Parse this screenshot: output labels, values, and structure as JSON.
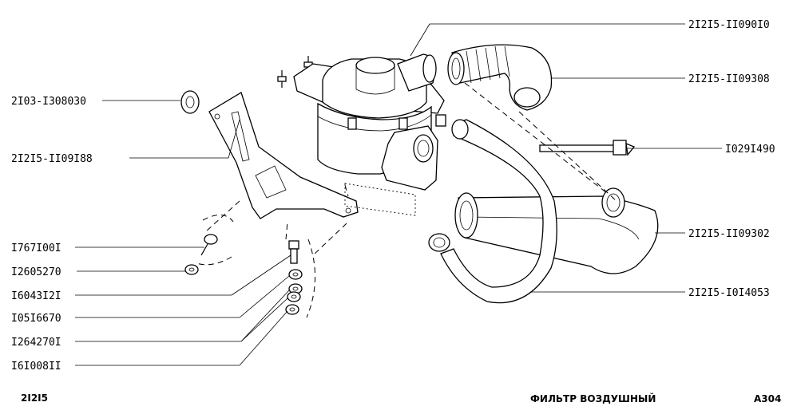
{
  "labels": {
    "air_intake_duct": "2I2I5-II090I0",
    "corrugated_hose": "2I2I5-II09308",
    "rubber_bushing": "2I03-I308030",
    "filter_bracket": "2I2I5-II09I88",
    "clamp_with_screw": "I029I490",
    "hose_with_clamp": "2I2I5-II09302",
    "intake_pipe": "2I2I5-I0I4053",
    "screw": "I767I00I",
    "lock_washer_small": "I2605270",
    "bolt": "I6043I2I",
    "washer_flat": "I05I6670",
    "lock_washer": "I264270I",
    "nut": "I6I008II"
  },
  "footer": {
    "model": "2I2I5",
    "title": "ФИЛЬТР ВОЗДУШНЫЙ",
    "sheet": "A304"
  }
}
